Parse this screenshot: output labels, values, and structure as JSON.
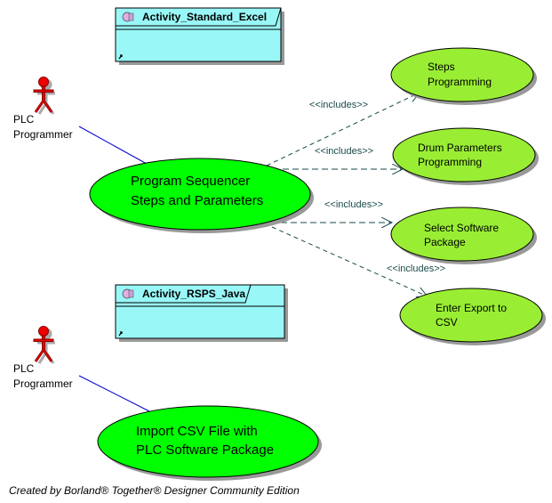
{
  "diagram": {
    "type": "UML Use Case Diagram",
    "packages": [
      {
        "name": "Activity_Standard_Excel"
      },
      {
        "name": "Activity_RSPS_Java"
      }
    ],
    "actors": [
      {
        "line1": "PLC",
        "line2": "Programmer"
      },
      {
        "line1": "PLC",
        "line2": "Programmer"
      }
    ],
    "use_cases": {
      "main": {
        "line1": "Program Sequencer",
        "line2": "Steps and Parameters"
      },
      "steps": {
        "line1": "Steps",
        "line2": "Programming"
      },
      "drum": {
        "line1": "Drum Parameters",
        "line2": "Programming"
      },
      "select": {
        "line1": "Select Software",
        "line2": "Package"
      },
      "export": {
        "line1": "Enter Export to",
        "line2": "CSV"
      },
      "import": {
        "line1": "Import CSV File with",
        "line2": "PLC Software Package"
      }
    },
    "relations": [
      {
        "from": "main",
        "to": "steps",
        "label": "<<includes>>"
      },
      {
        "from": "main",
        "to": "drum",
        "label": "<<includes>>"
      },
      {
        "from": "main",
        "to": "select",
        "label": "<<includes>>"
      },
      {
        "from": "main",
        "to": "export",
        "label": "<<includes>>"
      }
    ],
    "colors": {
      "main_usecase": "#00ff00",
      "sub_usecase": "#99ee33",
      "package_fill": "#99f7f7",
      "actor": "#dd0000",
      "association": "#0000cc",
      "include": "#1a4a4a"
    }
  },
  "footer": "Created by Borland® Together® Designer Community Edition"
}
